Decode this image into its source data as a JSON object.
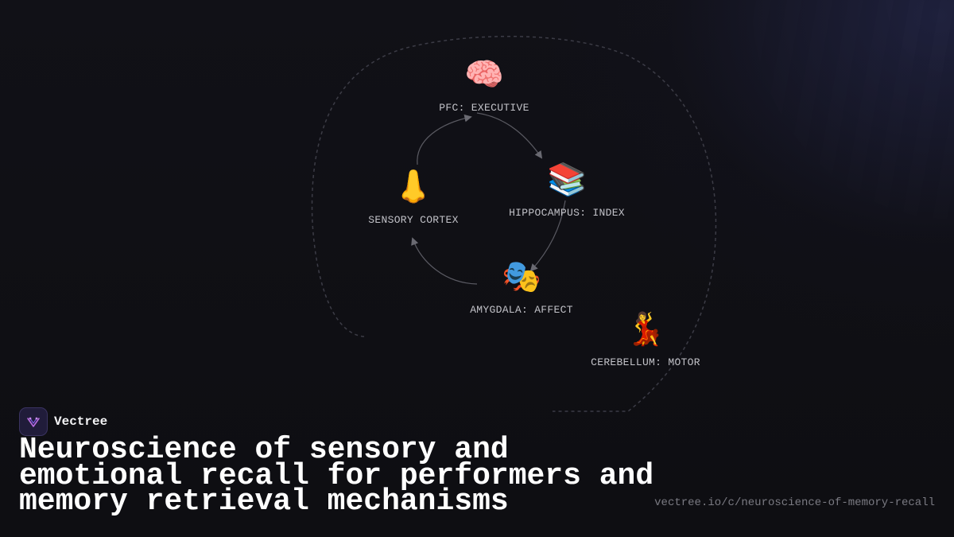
{
  "brand": {
    "name": "Vectree"
  },
  "title": "Neuroscience of sensory and emotional recall for performers and memory retrieval mechanisms",
  "url": "vectree.io/c/neuroscience-of-memory-recall",
  "diagram": {
    "nodes": [
      {
        "id": "pfc",
        "icon": "🧠",
        "icon_name": "brain-icon",
        "label": "PFC: EXECUTIVE"
      },
      {
        "id": "hippocampus",
        "icon": "📚",
        "icon_name": "books-icon",
        "label": "HIPPOCAMPUS: INDEX"
      },
      {
        "id": "amygdala",
        "icon": "🎭",
        "icon_name": "theater-masks-icon",
        "label": "AMYGDALA: AFFECT"
      },
      {
        "id": "sensory",
        "icon": "👃",
        "icon_name": "nose-icon",
        "label": "SENSORY CORTEX"
      },
      {
        "id": "cerebellum",
        "icon": "💃",
        "icon_name": "dancer-icon",
        "label": "CEREBELLUM: MOTOR"
      }
    ],
    "edges": [
      {
        "from": "sensory",
        "to": "pfc"
      },
      {
        "from": "pfc",
        "to": "hippocampus"
      },
      {
        "from": "hippocampus",
        "to": "amygdala"
      },
      {
        "from": "amygdala",
        "to": "sensory"
      }
    ],
    "colors": {
      "line": "#5a5a62",
      "outline": "#3c3c46",
      "label": "#c2c2c8"
    }
  }
}
